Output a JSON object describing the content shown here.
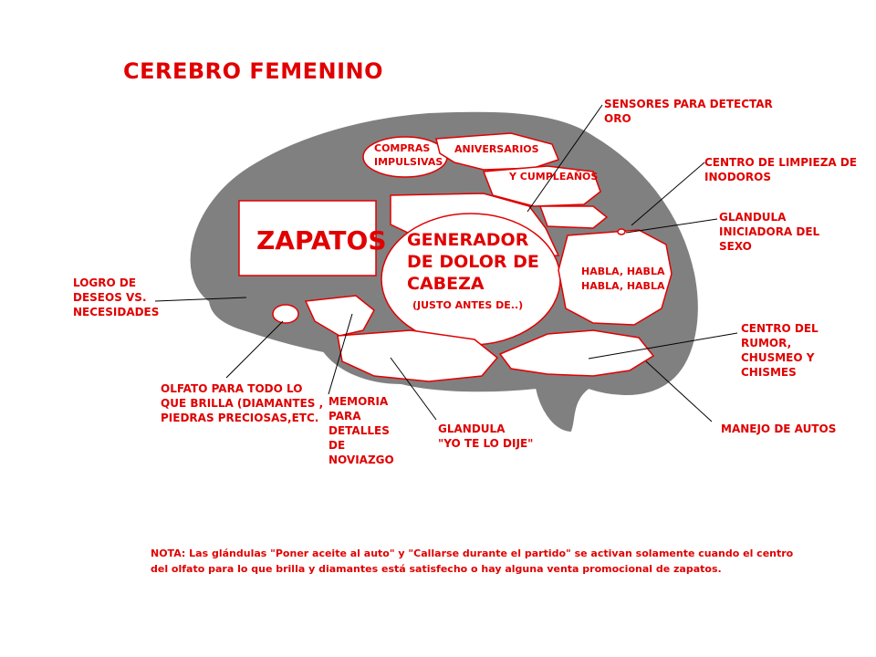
{
  "title": "CEREBRO FEMENINO",
  "regions": {
    "compras": "COMPRAS\nIMPULSIVAS",
    "aniversarios": "ANIVERSARIOS",
    "cumpleanos": "Y CUMPLEAÑOS",
    "zapatos": "ZAPATOS",
    "generador": "GENERADOR\nDE DOLOR DE\nCABEZA",
    "generador_sub": "(JUSTO ANTES DE..)",
    "habla": "HABLA, HABLA\nHABLA, HABLA"
  },
  "callouts": {
    "sensores": "SENSORES PARA DETECTAR\nORO",
    "limpieza": "CENTRO DE LIMPIEZA DE\nINODOROS",
    "glandula_sexo": "GLANDULA\nINICIADORA DEL\nSEXO",
    "logro": "LOGRO DE\nDESEOS VS.\nNECESIDADES",
    "rumor": "CENTRO DEL\nRUMOR,\nCHUSMEO Y\nCHISMES",
    "olfato": "OLFATO PARA TODO LO\nQUE BRILLA (DIAMANTES ,\nPIEDRAS PRECIOSAS,ETC.",
    "memoria": "MEMORIA\nPARA\nDETALLES\nDE\nNOVIAZGO",
    "yo_te_lo_dije": "GLANDULA\n\"YO TE LO DIJE\"",
    "manejo": "MANEJO DE AUTOS"
  },
  "note": "NOTA: Las glándulas  \"Poner aceite al auto\" y \"Callarse durante el partido\"  se activan solamente cuando el centro del olfato para lo que brilla y diamantes está satisfecho o hay alguna venta promocional de zapatos.",
  "colors": {
    "brain_fill": "#808080",
    "region_fill": "#ffffff",
    "outline": "#e00000",
    "text": "#e00000",
    "leader_line": "#000000"
  }
}
